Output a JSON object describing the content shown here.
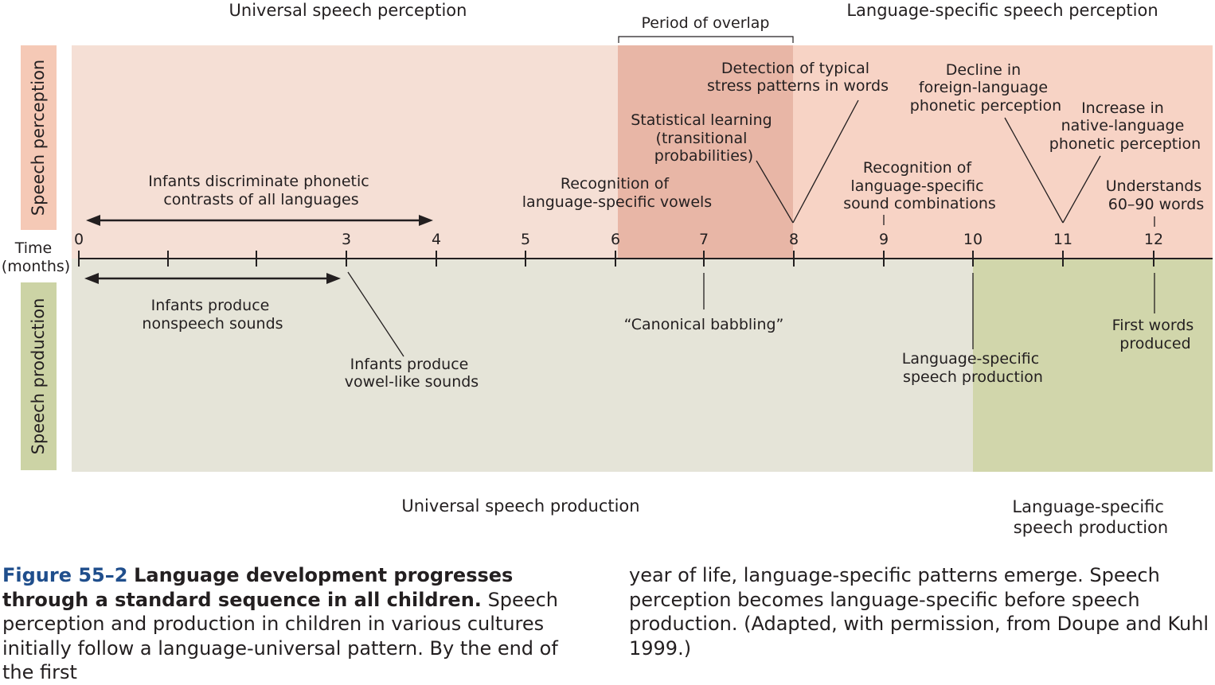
{
  "headings": {
    "universal_perception": "Universal speech perception",
    "period_overlap": "Period of overlap",
    "specific_perception": "Language-specific speech perception",
    "universal_production": "Universal speech production",
    "specific_production": [
      "Language-specific",
      "speech production"
    ]
  },
  "side_labels": {
    "perception": "Speech perception",
    "production": "Speech production"
  },
  "axis": {
    "label": [
      "Time",
      "(months)"
    ],
    "ticks": [
      "0",
      "3",
      "4",
      "5",
      "6",
      "7",
      "8",
      "9",
      "10",
      "11",
      "12"
    ]
  },
  "perception_labels": {
    "discriminate": [
      "Infants discriminate phonetic",
      "contrasts of all languages"
    ],
    "vowels": [
      "Recognition of",
      "language-specific vowels"
    ],
    "statistical": [
      "Statistical learning",
      "(transitional",
      "probabilities)"
    ],
    "stress": [
      "Detection of typical",
      "stress patterns in words"
    ],
    "combinations": [
      "Recognition of",
      "language-specific",
      "sound combinations"
    ],
    "decline": [
      "Decline in",
      "foreign-language",
      "phonetic perception"
    ],
    "increase": [
      "Increase in",
      "native-language",
      "phonetic perception"
    ],
    "understands": [
      "Understands",
      "60–90 words"
    ]
  },
  "production_labels": {
    "nonspeech": [
      "Infants produce",
      "nonspeech sounds"
    ],
    "vowel_like": [
      "Infants produce",
      "vowel-like sounds"
    ],
    "canonical": "“Canonical babbling”",
    "lang_specific": [
      "Language-specific",
      "speech production"
    ],
    "first_words": [
      "First words",
      "produced"
    ]
  },
  "colors": {
    "perception_bg": "#f5dfd5",
    "perception_specific_bg": "#f7d3c5",
    "overlap_bg": "#e8b6a6",
    "production_bg": "#e5e4d8",
    "production_specific_bg": "#d1d6ab",
    "side_perception": "#f5c9b6",
    "side_production": "#ccd3a5",
    "figure_number": "#1f4e8c"
  },
  "caption": {
    "fig_num": "Figure 55–2",
    "title": "Language development progresses through a standard sequence in all children.",
    "body_left": "Speech perception and production in children in various cultures initially follow a language-universal pattern. By the end of the first",
    "body_right": "year of life, language-specific patterns emerge. Speech perception becomes language-specific before speech production. (Adapted, with permission, from Doupe and Kuhl 1999.)"
  }
}
